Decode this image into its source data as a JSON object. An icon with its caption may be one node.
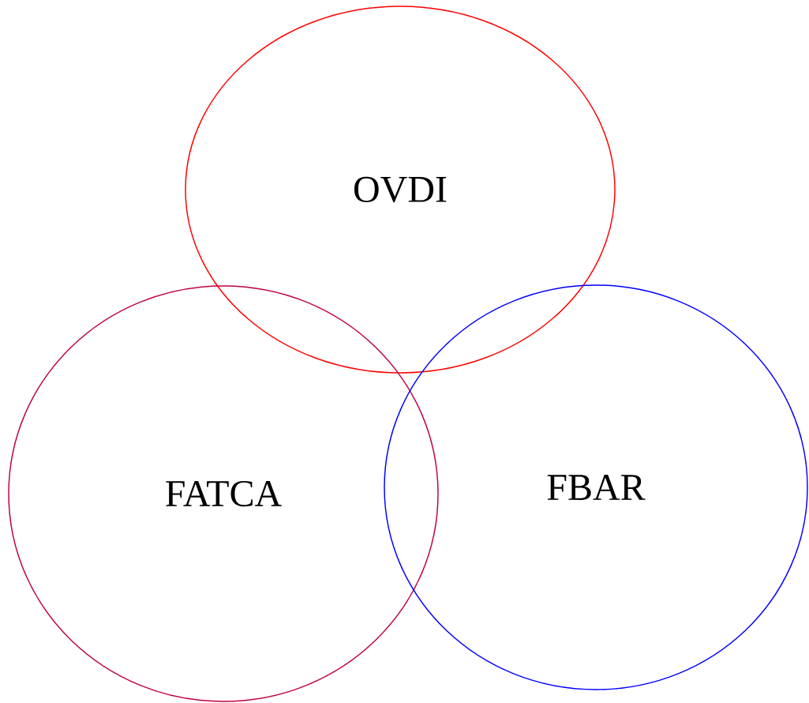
{
  "diagram": {
    "nodes": [
      {
        "text": [
          "OVDI"
        ]
      },
      {
        "text": [
          "FATCA"
        ]
      },
      {
        "text": [
          "FBAR"
        ]
      }
    ]
  }
}
